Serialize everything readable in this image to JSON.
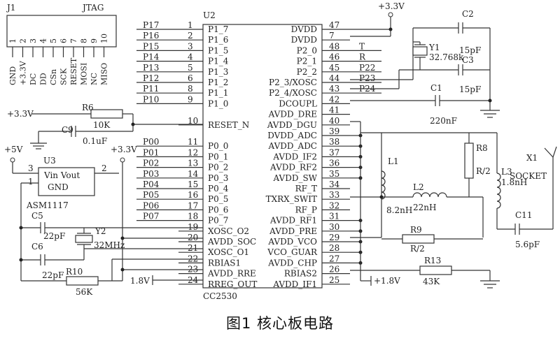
{
  "caption": "图1  核心板电路",
  "chip": {
    "ref": "U2",
    "model": "CC2530",
    "left_pins": [
      {
        "num": "1",
        "name": "P1_7",
        "net": "P17"
      },
      {
        "num": "2",
        "name": "P1_6",
        "net": "P16"
      },
      {
        "num": "3",
        "name": "P1_5",
        "net": "P15"
      },
      {
        "num": "4",
        "name": "P1_4",
        "net": "P14"
      },
      {
        "num": "5",
        "name": "P1_3",
        "net": "P13"
      },
      {
        "num": "6",
        "name": "P1_2",
        "net": "P12"
      },
      {
        "num": "8",
        "name": "P1_1",
        "net": "P11"
      },
      {
        "num": "9",
        "name": "P1_0",
        "net": "P10"
      },
      {
        "num": "",
        "name": "",
        "net": ""
      },
      {
        "num": "10",
        "name": "RESET_N",
        "net": ""
      },
      {
        "num": "",
        "name": "",
        "net": ""
      },
      {
        "num": "11",
        "name": "P0_0",
        "net": "P00"
      },
      {
        "num": "12",
        "name": "P0_1",
        "net": "P01"
      },
      {
        "num": "13",
        "name": "P0_2",
        "net": "P02"
      },
      {
        "num": "14",
        "name": "P0_3",
        "net": "P03"
      },
      {
        "num": "15",
        "name": "P0_4",
        "net": "P04"
      },
      {
        "num": "16",
        "name": "P0_5",
        "net": "P05"
      },
      {
        "num": "17",
        "name": "P0_6",
        "net": "P06"
      },
      {
        "num": "18",
        "name": "P0_7",
        "net": "P07"
      },
      {
        "num": "19",
        "name": "XOSC_O2",
        "net": ""
      },
      {
        "num": "20",
        "name": "AVDD_SOC",
        "net": ""
      },
      {
        "num": "21",
        "name": "XOSC_O1",
        "net": ""
      },
      {
        "num": "22",
        "name": "RBIAS1",
        "net": ""
      },
      {
        "num": "23",
        "name": "AVDD_RRE",
        "net": ""
      },
      {
        "num": "24",
        "name": "RREG_OUT",
        "net": ""
      }
    ],
    "right_pins": [
      {
        "num": "47",
        "name": "DVDD",
        "net": ""
      },
      {
        "num": "7",
        "name": "DVDD",
        "net": ""
      },
      {
        "num": "48",
        "name": "P2_0",
        "net": "T"
      },
      {
        "num": "46",
        "name": "P2_1",
        "net": "R"
      },
      {
        "num": "45",
        "name": "P2_2",
        "net": "P22"
      },
      {
        "num": "44",
        "name": "P2_3/XOSC",
        "net": "P23"
      },
      {
        "num": "43",
        "name": "P2_4/XOSC",
        "net": "P24"
      },
      {
        "num": "42",
        "name": "DCOUPL",
        "net": ""
      },
      {
        "num": "41",
        "name": "AVDD_DRE",
        "net": ""
      },
      {
        "num": "40",
        "name": "AVDD_DGU",
        "net": ""
      },
      {
        "num": "39",
        "name": "DVDD_ADC",
        "net": ""
      },
      {
        "num": "38",
        "name": "AVDD_ADC",
        "net": ""
      },
      {
        "num": "37",
        "name": "AVDD_IF2",
        "net": ""
      },
      {
        "num": "36",
        "name": "AVDD_RF2",
        "net": ""
      },
      {
        "num": "35",
        "name": "AVDD_SW",
        "net": ""
      },
      {
        "num": "34",
        "name": "RF_T",
        "net": ""
      },
      {
        "num": "33",
        "name": "TXRX_SWIT",
        "net": ""
      },
      {
        "num": "32",
        "name": "RF_P",
        "net": ""
      },
      {
        "num": "31",
        "name": "AVDD_RF1",
        "net": ""
      },
      {
        "num": "30",
        "name": "AVDD_PRE",
        "net": ""
      },
      {
        "num": "29",
        "name": "AVDD_VCO",
        "net": ""
      },
      {
        "num": "28",
        "name": "VCO_GUAR",
        "net": ""
      },
      {
        "num": "27",
        "name": "AVDD_CHP",
        "net": ""
      },
      {
        "num": "26",
        "name": "RBIAS2",
        "net": ""
      },
      {
        "num": "25",
        "name": "AVDD_IF1",
        "net": ""
      }
    ]
  },
  "jtag": {
    "ref": "J1",
    "title": "JTAG",
    "pin_numbers": [
      "1",
      "2",
      "3",
      "4",
      "5",
      "6",
      "7",
      "8",
      "9",
      "10"
    ],
    "signals": [
      "GND",
      "+3.3V",
      "DC",
      "DD",
      "CSn",
      "SCK",
      "RESET",
      "MOSI",
      "NC",
      "MISO"
    ]
  },
  "power": {
    "v33_top": "+3.3V",
    "v33_reset": "+3.3V",
    "v33_reg": "+3.3V",
    "v5": "+5V",
    "v18_left": "1.8V",
    "v18_right": "+1.8V"
  },
  "regulator": {
    "ref": "U3",
    "label_top": "Vin Vout",
    "label_bottom": "GND",
    "model": "ASM1117",
    "pin3": "3",
    "pin1": "1",
    "pin2": "2"
  },
  "parts": {
    "r6": {
      "ref": "R6",
      "value": "10K"
    },
    "c9": {
      "ref": "C9",
      "value": "0.1uF"
    },
    "c5": {
      "ref": "C5",
      "value": "22pF"
    },
    "c6": {
      "ref": "C6",
      "value": "22pF"
    },
    "y2": {
      "ref": "Y2",
      "value": "32MHz"
    },
    "r10": {
      "ref": "R10",
      "value": "56K"
    },
    "c2": {
      "ref": "C2",
      "value": "15pF"
    },
    "c3": {
      "ref": "C3",
      "value": "15pF"
    },
    "y1": {
      "ref": "Y1",
      "value": "32.768k"
    },
    "c1": {
      "ref": "C1",
      "value": "220nF"
    },
    "l1": {
      "ref": "L1",
      "value": "8.2nH"
    },
    "l2": {
      "ref": "L2",
      "value": "22nH"
    },
    "r8": {
      "ref": "R8",
      "value": "R/2"
    },
    "l3": {
      "ref": "L3",
      "value": "1.8nH"
    },
    "r9": {
      "ref": "R9",
      "value": "R/2"
    },
    "r13": {
      "ref": "R13",
      "value": "43K"
    },
    "x1": {
      "ref": "X1",
      "value": "SOCKET"
    },
    "c11": {
      "ref": "C11",
      "value": "5.6pF"
    }
  }
}
